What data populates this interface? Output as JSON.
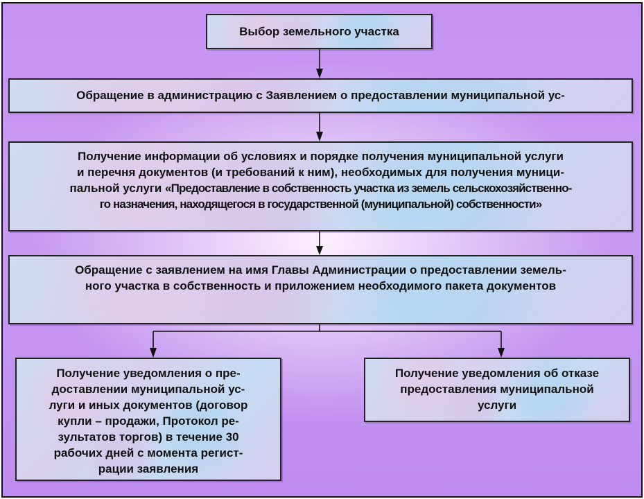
{
  "steps": {
    "step1": {
      "lines": [
        "Выбор земельного участка"
      ]
    },
    "step2": {
      "lines": [
        "Обращение в администрацию с Заявлением о предоставлении муниципальной ус-"
      ]
    },
    "step3": {
      "lines": [
        "Получение информации об условиях и порядке получения муниципальной услуги",
        "и перечня документов (и требований к ним), необходимых для получения муници-",
        "пальной услуги ",
        "«Предоставление в собственность участка из земель сельскохозяйственно-",
        "го назначения, находящегося в государственной (муниципальной) собственности»"
      ]
    },
    "step4": {
      "lines": [
        "Обращение с заявлением на имя Главы Администрации о предоставлении земель-",
        "ного участка в собственность и приложением необходимого пакета документов"
      ]
    },
    "outcome_approve": {
      "lines": [
        "Получение уведомления о пре-",
        "доставлении муниципальной ус-",
        "луги и иных документов (договор",
        "купли – продажи, Протокол ре-",
        "зультатов торгов) в течение 30",
        "рабочих дней с момента регист-",
        "рации заявления"
      ]
    },
    "outcome_refuse": {
      "lines": [
        "Получение уведомления об отказе",
        "предоставления муниципальной",
        "услуги"
      ]
    }
  },
  "colors": {
    "background": "#c592f2",
    "box_fill": "#cfdcf3",
    "line": "#111111"
  }
}
